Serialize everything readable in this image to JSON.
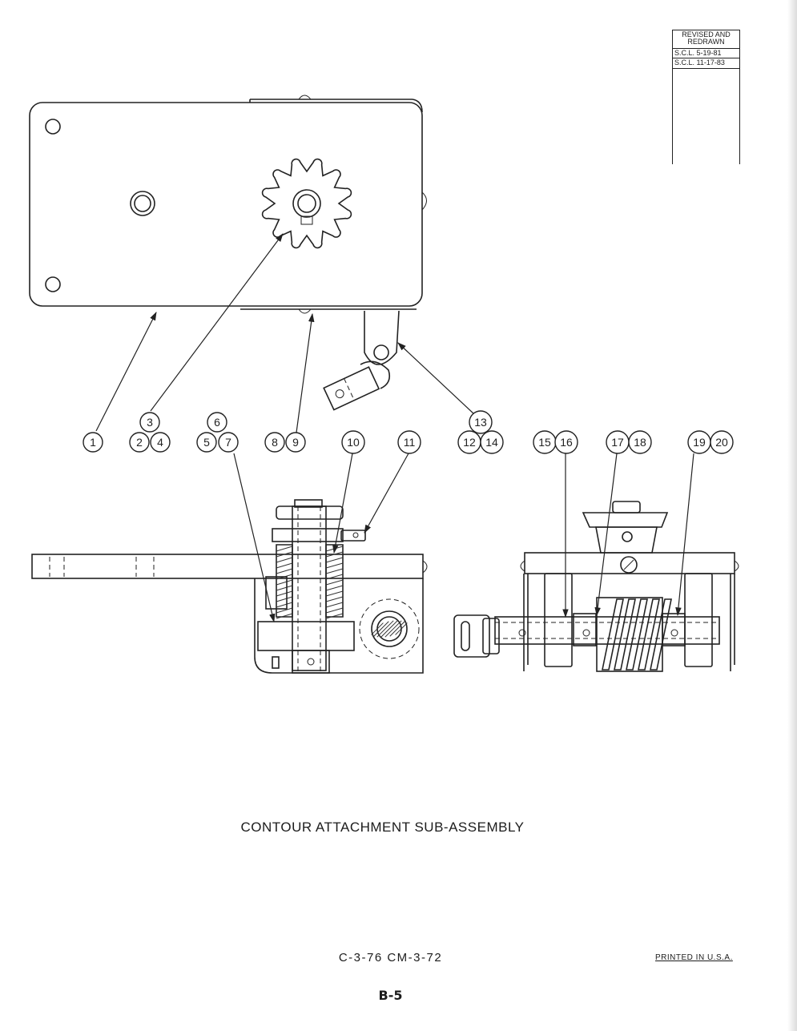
{
  "revision_block": {
    "header_line1": "REVISED AND",
    "header_line2": "REDRAWN",
    "entries": [
      "S.C.L. 5-19-81",
      "S.C.L. 11-17-83"
    ]
  },
  "callouts": [
    "1",
    "2",
    "3",
    "4",
    "5",
    "6",
    "7",
    "8",
    "9",
    "10",
    "11",
    "12",
    "13",
    "14",
    "15",
    "16",
    "17",
    "18",
    "19",
    "20"
  ],
  "caption": "CONTOUR ATTACHMENT SUB-ASSEMBLY",
  "catalog_numbers": "C-3-76   CM-3-72",
  "printed_in": "PRINTED IN U.S.A.",
  "page_number": "B-5"
}
